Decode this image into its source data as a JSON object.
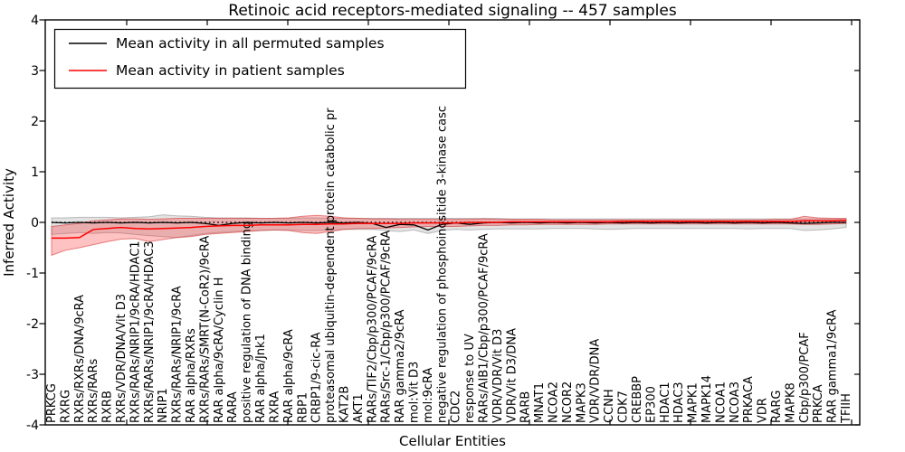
{
  "chart_data": {
    "type": "line",
    "title": "Retinoic acid receptors-mediated signaling -- 457 samples",
    "xlabel": "Cellular Entities",
    "ylabel": "Inferred Activity",
    "ylim": [
      -4,
      4
    ],
    "yticks": [
      4,
      3,
      2,
      1,
      0,
      -1,
      -2,
      -3,
      -4
    ],
    "grid": false,
    "zero_line_style": "dotted",
    "legend_position": "upper left",
    "categories": [
      "PRKCG",
      "RXRG",
      "RXRs/RXRs/DNA/9cRA",
      "RXRs/RARs",
      "RXRB",
      "RXRs/VDR/DNA/Vit D3",
      "RXRs/RARs/NRIP1/9cRA/HDAC1",
      "RXRs/RARs/NRIP1/9cRA/HDAC3",
      "NRIP1",
      "RXRs/RARs/NRIP1/9cRA",
      "RAR alpha/RXRs",
      "RXRs/RARs/SMRT(N-CoR2)/9cRA",
      "RAR alpha/9cRA/Cyclin H",
      "RARA",
      "positive regulation of DNA binding",
      "RAR alpha/Jnk1",
      "RXRA",
      "RAR alpha/9cRA",
      "RBP1",
      "CRBP1/9-cic-RA",
      "proteasomal ubiquitin-dependent protein catabolic pr",
      "KAT2B",
      "AKT1",
      "RARs/TIF2/Cbp/p300/PCAF/9cRA",
      "RARs/Src-1/Cbp/p300/PCAF/9cRA",
      "RAR gamma2/9cRA",
      "mol:Vit D3",
      "mol:9cRA",
      "negative regulation of phosphoinositide 3-kinase casc",
      "CDC2",
      "response to UV",
      "RARs/AIB1/Cbp/p300/PCAF/9cRA",
      "VDR/VDR/Vit D3",
      "VDR/Vit D3/DNA",
      "RARB",
      "MNAT1",
      "NCOA2",
      "NCOR2",
      "MAPK3",
      "VDR/VDR/DNA",
      "CCNH",
      "CDK7",
      "CREBBP",
      "EP300",
      "HDAC1",
      "HDAC3",
      "MAPK1",
      "MAPK14",
      "NCOA1",
      "NCOA3",
      "PRKACA",
      "VDR",
      "RARG",
      "MAPK8",
      "Cbp/p300/PCAF",
      "PRKCA",
      "RAR gamma1/9cRA",
      "TFIIH"
    ],
    "series": [
      {
        "name": "Mean activity in all permuted samples",
        "color": "#000000",
        "values": [
          0,
          -0.01,
          0,
          -0.01,
          0,
          -0.01,
          0,
          -0.01,
          0,
          -0.01,
          0,
          -0.02,
          -0.06,
          -0.02,
          0,
          -0.01,
          0,
          -0.01,
          0,
          -0.01,
          0,
          -0.01,
          0,
          -0.02,
          -0.1,
          -0.04,
          -0.05,
          -0.15,
          -0.04,
          -0.01,
          -0.04,
          -0.01,
          0,
          -0.01,
          0,
          -0.01,
          0,
          -0.01,
          0,
          -0.01,
          0,
          -0.01,
          0,
          -0.01,
          0,
          -0.01,
          0,
          -0.01,
          0,
          -0.01,
          0,
          -0.01,
          0,
          -0.01,
          -0.02,
          -0.01,
          0,
          0
        ]
      },
      {
        "name": "Mean activity in patient samples",
        "color": "#ff0000",
        "values": [
          -0.31,
          -0.31,
          -0.3,
          -0.14,
          -0.12,
          -0.1,
          -0.12,
          -0.13,
          -0.12,
          -0.11,
          -0.1,
          -0.08,
          -0.07,
          -0.06,
          -0.06,
          -0.05,
          -0.05,
          -0.05,
          -0.04,
          -0.04,
          -0.03,
          -0.03,
          -0.02,
          -0.02,
          -0.02,
          -0.02,
          -0.01,
          -0.01,
          -0.01,
          -0.01,
          0,
          0,
          0,
          0.01,
          0.01,
          0.01,
          0.01,
          0.01,
          0.01,
          0.01,
          0.01,
          0.02,
          0.02,
          0.02,
          0.02,
          0.02,
          0.02,
          0.02,
          0.02,
          0.02,
          0.02,
          0.02,
          0.02,
          0.02,
          0.03,
          0.03,
          0.03,
          0.04
        ]
      }
    ],
    "bands": [
      {
        "name": "permuted-activity-range",
        "fill": "rgba(128,128,128,0.22)",
        "stroke": "rgba(120,120,120,0.45)",
        "lower": [
          -0.24,
          -0.22,
          -0.2,
          -0.22,
          -0.2,
          -0.21,
          -0.24,
          -0.26,
          -0.28,
          -0.3,
          -0.26,
          -0.22,
          -0.2,
          -0.18,
          -0.17,
          -0.16,
          -0.15,
          -0.15,
          -0.16,
          -0.16,
          -0.15,
          -0.14,
          -0.14,
          -0.14,
          -0.16,
          -0.18,
          -0.15,
          -0.22,
          -0.16,
          -0.14,
          -0.15,
          -0.14,
          -0.13,
          -0.13,
          -0.13,
          -0.13,
          -0.12,
          -0.12,
          -0.12,
          -0.13,
          -0.14,
          -0.13,
          -0.12,
          -0.12,
          -0.12,
          -0.12,
          -0.12,
          -0.12,
          -0.12,
          -0.12,
          -0.13,
          -0.12,
          -0.12,
          -0.12,
          -0.16,
          -0.15,
          -0.13,
          -0.1
        ],
        "upper": [
          0.09,
          0.09,
          0.1,
          0.1,
          0.1,
          0.09,
          0.1,
          0.11,
          0.15,
          0.13,
          0.12,
          0.1,
          0.09,
          0.09,
          0.09,
          0.08,
          0.08,
          0.08,
          0.09,
          0.09,
          0.08,
          0.08,
          0.08,
          0.08,
          0.08,
          0.08,
          0.08,
          0.08,
          0.08,
          0.08,
          0.08,
          0.08,
          0.08,
          0.07,
          0.07,
          0.07,
          0.07,
          0.07,
          0.07,
          0.07,
          0.07,
          0.07,
          0.07,
          0.07,
          0.07,
          0.07,
          0.07,
          0.07,
          0.07,
          0.07,
          0.07,
          0.07,
          0.07,
          0.07,
          0.07,
          0.07,
          0.07,
          0.06
        ]
      },
      {
        "name": "patient-activity-range",
        "fill": "rgba(255,30,30,0.27)",
        "stroke": "rgba(210,40,40,0.55)",
        "lower": [
          -0.65,
          -0.55,
          -0.5,
          -0.44,
          -0.38,
          -0.33,
          -0.32,
          -0.38,
          -0.34,
          -0.3,
          -0.28,
          -0.24,
          -0.22,
          -0.2,
          -0.18,
          -0.16,
          -0.15,
          -0.16,
          -0.2,
          -0.22,
          -0.18,
          -0.14,
          -0.12,
          -0.12,
          -0.11,
          -0.1,
          -0.09,
          -0.08,
          -0.08,
          -0.08,
          -0.07,
          -0.06,
          -0.06,
          -0.05,
          -0.05,
          -0.04,
          -0.04,
          -0.04,
          -0.04,
          -0.04,
          -0.03,
          -0.03,
          -0.03,
          -0.03,
          -0.03,
          -0.03,
          -0.03,
          -0.03,
          -0.03,
          -0.03,
          -0.03,
          -0.03,
          -0.03,
          -0.03,
          -0.04,
          -0.04,
          -0.03,
          -0.02
        ],
        "upper": [
          -0.08,
          -0.05,
          -0.02,
          0.03,
          0.05,
          0.07,
          0.07,
          0.06,
          0.07,
          0.08,
          0.08,
          0.08,
          0.08,
          0.08,
          0.08,
          0.08,
          0.08,
          0.09,
          0.12,
          0.14,
          0.12,
          0.09,
          0.08,
          0.07,
          0.07,
          0.06,
          0.06,
          0.06,
          0.06,
          0.06,
          0.06,
          0.07,
          0.06,
          0.06,
          0.06,
          0.06,
          0.05,
          0.05,
          0.05,
          0.05,
          0.05,
          0.05,
          0.05,
          0.05,
          0.05,
          0.05,
          0.05,
          0.05,
          0.05,
          0.05,
          0.05,
          0.05,
          0.06,
          0.06,
          0.12,
          0.09,
          0.08,
          0.08
        ]
      }
    ]
  }
}
